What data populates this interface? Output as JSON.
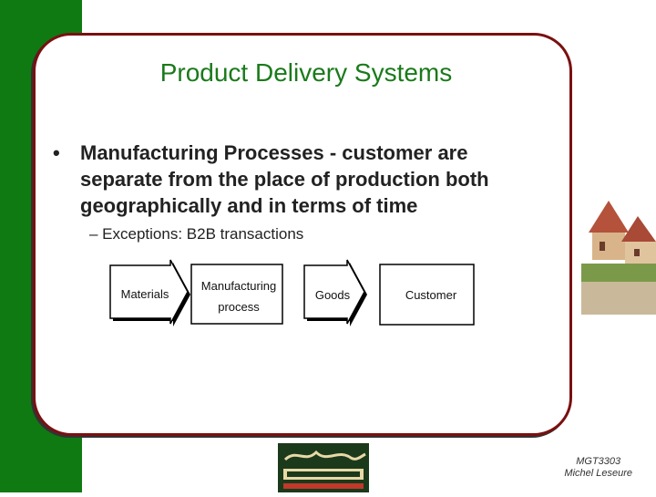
{
  "slide": {
    "title": "Product Delivery Systems",
    "bullet_marker": "•",
    "bullet": "Manufacturing Processes - customer are separate from the place of production both geographically and in terms of time",
    "sub_bullet": "– Exceptions: B2B transactions"
  },
  "flow": {
    "materials": "Materials",
    "manufacturing_line1": "Manufacturing",
    "manufacturing_line2": "process",
    "goods": "Goods",
    "customer": "Customer"
  },
  "footer": {
    "course": "MGT3303",
    "author": "Michel Leseure"
  },
  "colors": {
    "sidebar": "#0f7a12",
    "title": "#1a7a1a",
    "border": "#7a1010"
  }
}
